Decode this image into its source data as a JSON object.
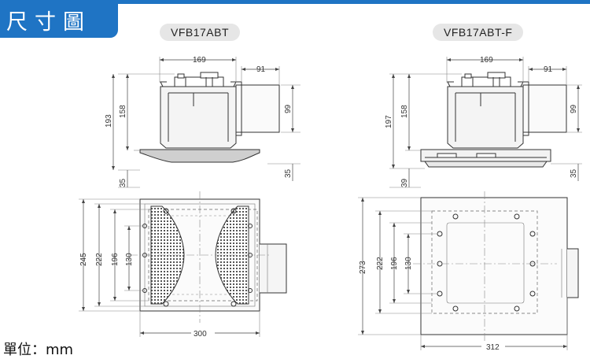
{
  "header": {
    "title": "尺寸圖",
    "accent_color": "#1f74c4"
  },
  "models": [
    {
      "name": "VFB17ABT"
    },
    {
      "name": "VFB17ABT-F"
    }
  ],
  "unit_label": "單位：mm",
  "left_side_view": {
    "width": "169",
    "duct": "91",
    "height_total": "193",
    "height_body": "158",
    "duct_height": "99",
    "flange": "35",
    "duct_offset": "35"
  },
  "right_side_view": {
    "width": "169",
    "duct": "91",
    "height_total": "197",
    "height_body": "158",
    "duct_height": "99",
    "flange": "39",
    "duct_offset": "35"
  },
  "left_bottom_view": {
    "outer": "245",
    "mount": "222",
    "inner": "196",
    "opening": "130",
    "width": "300"
  },
  "right_bottom_view": {
    "outer": "273",
    "mount": "222",
    "inner": "196",
    "opening": "130",
    "width": "312"
  }
}
